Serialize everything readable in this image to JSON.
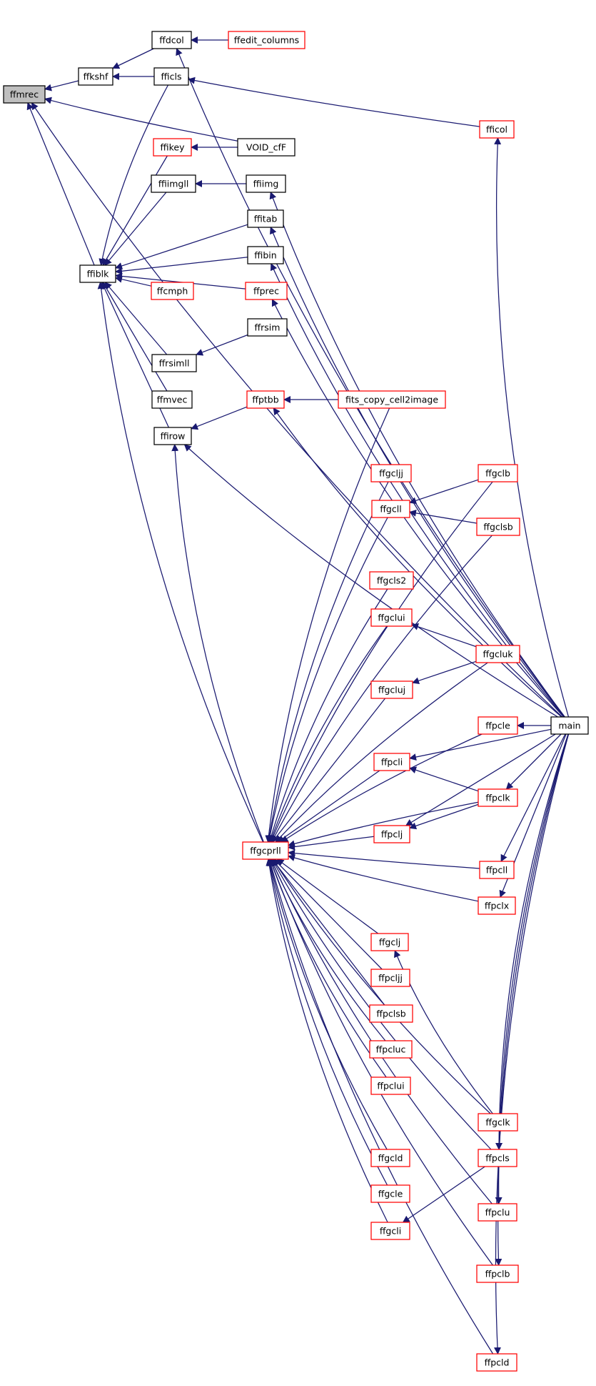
{
  "colors": {
    "edge": "#191970",
    "node_border": "#000000",
    "node_border_doc": "#ff0000",
    "root_fill": "#bfbfbf",
    "node_fill": "#ffffff"
  },
  "nodes": [
    {
      "id": "ffmrec",
      "label": "ffmrec",
      "style": "root"
    },
    {
      "id": "ffkshf",
      "label": "ffkshf",
      "style": "plain"
    },
    {
      "id": "ffdcol",
      "label": "ffdcol",
      "style": "plain"
    },
    {
      "id": "ffedit_columns",
      "label": "ffedit_columns",
      "style": "doc"
    },
    {
      "id": "fficls",
      "label": "fficls",
      "style": "plain"
    },
    {
      "id": "fficol",
      "label": "fficol",
      "style": "doc"
    },
    {
      "id": "ffikey",
      "label": "ffikey",
      "style": "doc"
    },
    {
      "id": "void_cff",
      "label": "VOID_cfF",
      "style": "plain"
    },
    {
      "id": "ffiimgll",
      "label": "ffiimgll",
      "style": "plain"
    },
    {
      "id": "ffiimg",
      "label": "ffiimg",
      "style": "plain"
    },
    {
      "id": "ffitab",
      "label": "ffitab",
      "style": "plain"
    },
    {
      "id": "ffiblk",
      "label": "ffiblk",
      "style": "plain"
    },
    {
      "id": "ffibin",
      "label": "ffibin",
      "style": "plain"
    },
    {
      "id": "ffcmph",
      "label": "ffcmph",
      "style": "doc"
    },
    {
      "id": "ffprec",
      "label": "ffprec",
      "style": "doc"
    },
    {
      "id": "ffrsim",
      "label": "ffrsim",
      "style": "plain"
    },
    {
      "id": "ffrsimll",
      "label": "ffrsimll",
      "style": "plain"
    },
    {
      "id": "ffmvec",
      "label": "ffmvec",
      "style": "plain"
    },
    {
      "id": "ffptbb",
      "label": "ffptbb",
      "style": "doc"
    },
    {
      "id": "fits_copy_cell2image",
      "label": "fits_copy_cell2image",
      "style": "doc"
    },
    {
      "id": "ffirow",
      "label": "ffirow",
      "style": "plain"
    },
    {
      "id": "ffgcljj",
      "label": "ffgcljj",
      "style": "doc"
    },
    {
      "id": "ffgclb",
      "label": "ffgclb",
      "style": "doc"
    },
    {
      "id": "ffgcll",
      "label": "ffgcll",
      "style": "doc"
    },
    {
      "id": "ffgclsb",
      "label": "ffgclsb",
      "style": "doc"
    },
    {
      "id": "ffgcls2",
      "label": "ffgcls2",
      "style": "doc"
    },
    {
      "id": "ffgclui",
      "label": "ffgclui",
      "style": "doc"
    },
    {
      "id": "ffgcluk",
      "label": "ffgcluk",
      "style": "doc"
    },
    {
      "id": "ffgcluj",
      "label": "ffgcluj",
      "style": "doc"
    },
    {
      "id": "ffpcle",
      "label": "ffpcle",
      "style": "doc"
    },
    {
      "id": "main",
      "label": "main",
      "style": "plain"
    },
    {
      "id": "ffpcli",
      "label": "ffpcli",
      "style": "doc"
    },
    {
      "id": "ffpclk",
      "label": "ffpclk",
      "style": "doc"
    },
    {
      "id": "ffpclj",
      "label": "ffpclj",
      "style": "doc"
    },
    {
      "id": "ffgcprll",
      "label": "ffgcprll",
      "style": "doc"
    },
    {
      "id": "ffpcll",
      "label": "ffpcll",
      "style": "doc"
    },
    {
      "id": "ffpclx",
      "label": "ffpclx",
      "style": "doc"
    },
    {
      "id": "ffgclj",
      "label": "ffgclj",
      "style": "doc"
    },
    {
      "id": "ffpcljj",
      "label": "ffpcljj",
      "style": "doc"
    },
    {
      "id": "ffpclsb",
      "label": "ffpclsb",
      "style": "doc"
    },
    {
      "id": "ffpcluc",
      "label": "ffpcluc",
      "style": "doc"
    },
    {
      "id": "ffpclui",
      "label": "ffpclui",
      "style": "doc"
    },
    {
      "id": "ffgclk",
      "label": "ffgclk",
      "style": "doc"
    },
    {
      "id": "ffpcls",
      "label": "ffpcls",
      "style": "doc"
    },
    {
      "id": "ffgcld",
      "label": "ffgcld",
      "style": "doc"
    },
    {
      "id": "ffgcle",
      "label": "ffgcle",
      "style": "doc"
    },
    {
      "id": "ffpclu",
      "label": "ffpclu",
      "style": "doc"
    },
    {
      "id": "ffgcli",
      "label": "ffgcli",
      "style": "doc"
    },
    {
      "id": "ffpclb",
      "label": "ffpclb",
      "style": "doc"
    },
    {
      "id": "ffpcld",
      "label": "ffpcld",
      "style": "doc"
    }
  ],
  "edges": [
    [
      "ffkshf",
      "ffmrec"
    ],
    [
      "ffiblk",
      "ffmrec"
    ],
    [
      "void_cff",
      "ffmrec"
    ],
    [
      "main",
      "ffmrec"
    ],
    [
      "ffdcol",
      "ffkshf"
    ],
    [
      "fficls",
      "ffkshf"
    ],
    [
      "ffedit_columns",
      "ffdcol"
    ],
    [
      "main",
      "ffdcol"
    ],
    [
      "fficol",
      "fficls"
    ],
    [
      "main",
      "fficol"
    ],
    [
      "void_cff",
      "ffikey"
    ],
    [
      "ffiimg",
      "ffiimgll"
    ],
    [
      "main",
      "ffiimg"
    ],
    [
      "main",
      "ffitab"
    ],
    [
      "main",
      "ffibin"
    ],
    [
      "main",
      "ffprec"
    ],
    [
      "fficls",
      "ffiblk"
    ],
    [
      "ffikey",
      "ffiblk"
    ],
    [
      "ffiimgll",
      "ffiblk"
    ],
    [
      "ffitab",
      "ffiblk"
    ],
    [
      "ffibin",
      "ffiblk"
    ],
    [
      "ffcmph",
      "ffiblk"
    ],
    [
      "ffprec",
      "ffiblk"
    ],
    [
      "ffrsimll",
      "ffiblk"
    ],
    [
      "ffmvec",
      "ffiblk"
    ],
    [
      "ffirow",
      "ffiblk"
    ],
    [
      "ffgcprll",
      "ffiblk"
    ],
    [
      "ffrsim",
      "ffrsimll"
    ],
    [
      "ffptbb",
      "ffirow"
    ],
    [
      "ffgcprll",
      "ffirow"
    ],
    [
      "main",
      "ffirow"
    ],
    [
      "fits_copy_cell2image",
      "ffptbb"
    ],
    [
      "main",
      "ffptbb"
    ],
    [
      "ffgclb",
      "ffgcll"
    ],
    [
      "ffgclsb",
      "ffgcll"
    ],
    [
      "ffgcluk",
      "ffgclui"
    ],
    [
      "ffgcluk",
      "ffgcluj"
    ],
    [
      "main",
      "ffpcle"
    ],
    [
      "main",
      "ffpcli"
    ],
    [
      "ffpclk",
      "ffpcli"
    ],
    [
      "main",
      "ffpclk"
    ],
    [
      "ffpclk",
      "ffpclj"
    ],
    [
      "main",
      "ffpclj"
    ],
    [
      "main",
      "ffpcll"
    ],
    [
      "main",
      "ffpclx"
    ],
    [
      "ffgclk",
      "ffgclj"
    ],
    [
      "main",
      "ffpcls"
    ],
    [
      "main",
      "ffpclu"
    ],
    [
      "ffpcls",
      "ffgcli"
    ],
    [
      "main",
      "ffpclb"
    ],
    [
      "main",
      "ffpcld"
    ],
    [
      "fits_copy_cell2image",
      "ffgcprll"
    ],
    [
      "ffgcljj",
      "ffgcprll"
    ],
    [
      "ffgclb",
      "ffgcprll"
    ],
    [
      "ffgcll",
      "ffgcprll"
    ],
    [
      "ffgclsb",
      "ffgcprll"
    ],
    [
      "ffgcls2",
      "ffgcprll"
    ],
    [
      "ffgclui",
      "ffgcprll"
    ],
    [
      "ffgcluk",
      "ffgcprll"
    ],
    [
      "ffgcluj",
      "ffgcprll"
    ],
    [
      "ffpcle",
      "ffgcprll"
    ],
    [
      "ffpcli",
      "ffgcprll"
    ],
    [
      "ffpclk",
      "ffgcprll"
    ],
    [
      "ffpclj",
      "ffgcprll"
    ],
    [
      "ffpcll",
      "ffgcprll"
    ],
    [
      "ffpclx",
      "ffgcprll"
    ],
    [
      "ffgclj",
      "ffgcprll"
    ],
    [
      "ffpcljj",
      "ffgcprll"
    ],
    [
      "ffpclsb",
      "ffgcprll"
    ],
    [
      "ffpcluc",
      "ffgcprll"
    ],
    [
      "ffpclui",
      "ffgcprll"
    ],
    [
      "ffgclk",
      "ffgcprll"
    ],
    [
      "ffpcls",
      "ffgcprll"
    ],
    [
      "ffgcld",
      "ffgcprll"
    ],
    [
      "ffgcle",
      "ffgcprll"
    ],
    [
      "ffpclu",
      "ffgcprll"
    ],
    [
      "ffgcli",
      "ffgcprll"
    ],
    [
      "ffpclb",
      "ffgcprll"
    ],
    [
      "ffpcld",
      "ffgcprll"
    ]
  ]
}
